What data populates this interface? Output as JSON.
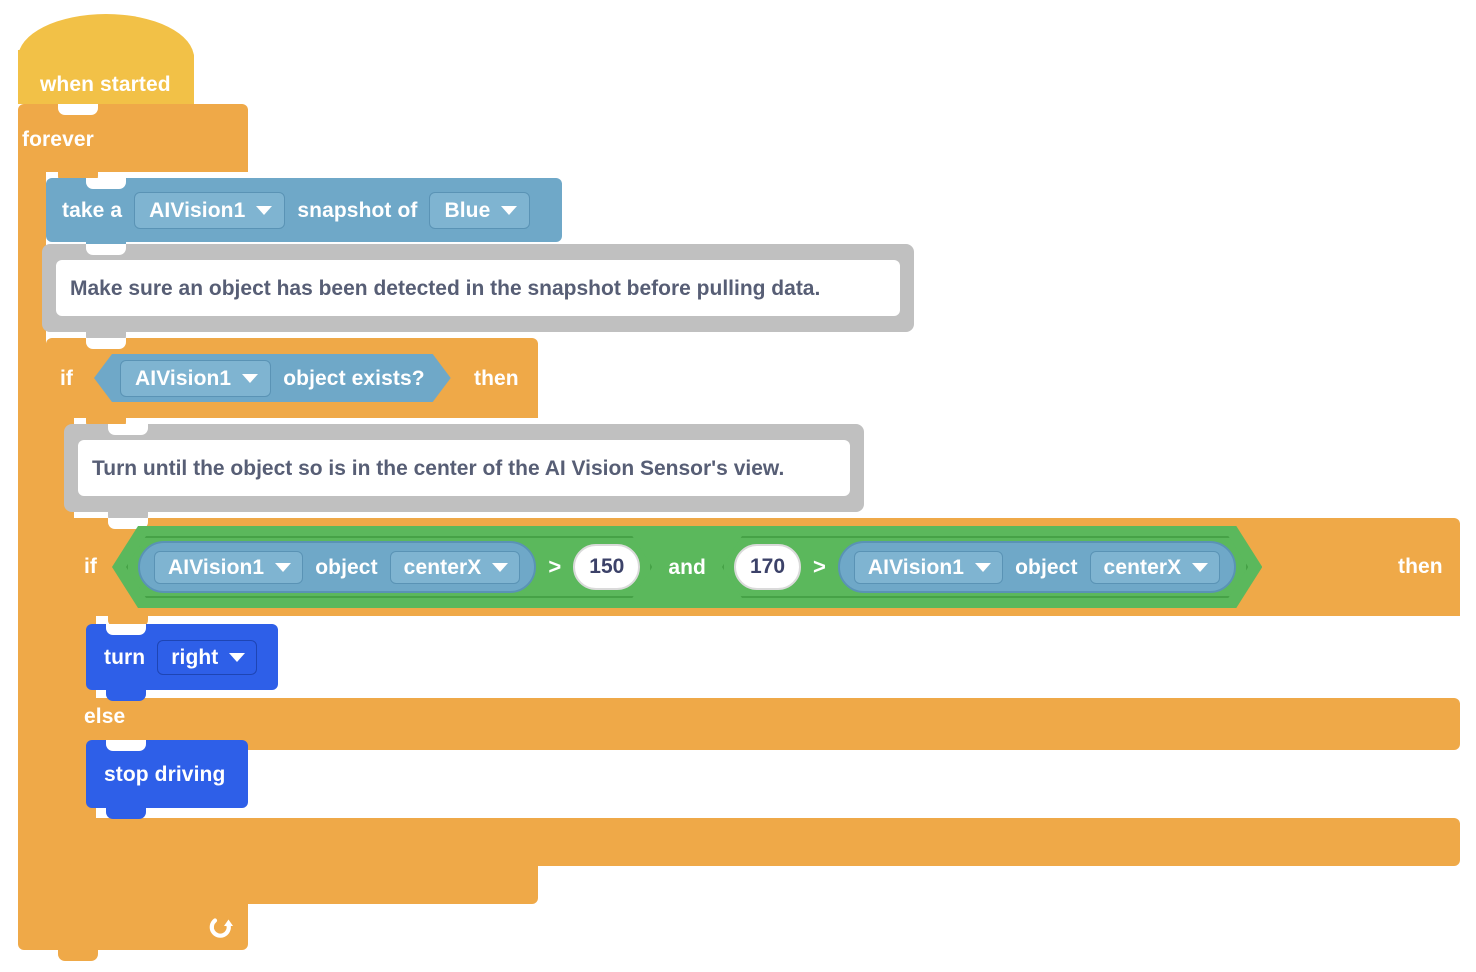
{
  "program": {
    "title": "VEX AI Vision block program",
    "colors": {
      "hat_yellow": "#F2C147",
      "control_orange": "#EFA948",
      "sensing_blue": "#6FA8C8",
      "operator_green": "#5BB85C",
      "motion_blue": "#2E5FE8",
      "comment_gray": "#C0C0C0",
      "comment_text": "#575E75"
    },
    "blocks": {
      "hat": {
        "label": "when started"
      },
      "forever": {
        "label": "forever",
        "loop_icon": "loop-arrow-icon"
      },
      "snapshot": {
        "prefix": "take a",
        "device": "AIVision1",
        "middle": "snapshot of",
        "signature": "Blue",
        "caret_icon": "chevron-down-icon"
      },
      "comment1": {
        "text": "Make sure an object has been detected in the snapshot before pulling data."
      },
      "if_outer": {
        "if_label": "if",
        "then_label": "then",
        "condition": {
          "device": "AIVision1",
          "text": "object exists?"
        }
      },
      "comment2": {
        "text": "Turn until the object so is in the center of the AI Vision Sensor's view."
      },
      "if_inner": {
        "if_label": "if",
        "then_label": "then",
        "else_label": "else",
        "operator": "and",
        "left_compare": {
          "device": "AIVision1",
          "object_label": "object",
          "property": "centerX",
          "comparator": ">",
          "value": "150"
        },
        "right_compare": {
          "value": "170",
          "comparator": ">",
          "device": "AIVision1",
          "object_label": "object",
          "property": "centerX"
        }
      },
      "turn": {
        "label": "turn",
        "direction": "right"
      },
      "stop": {
        "label": "stop driving"
      }
    }
  }
}
